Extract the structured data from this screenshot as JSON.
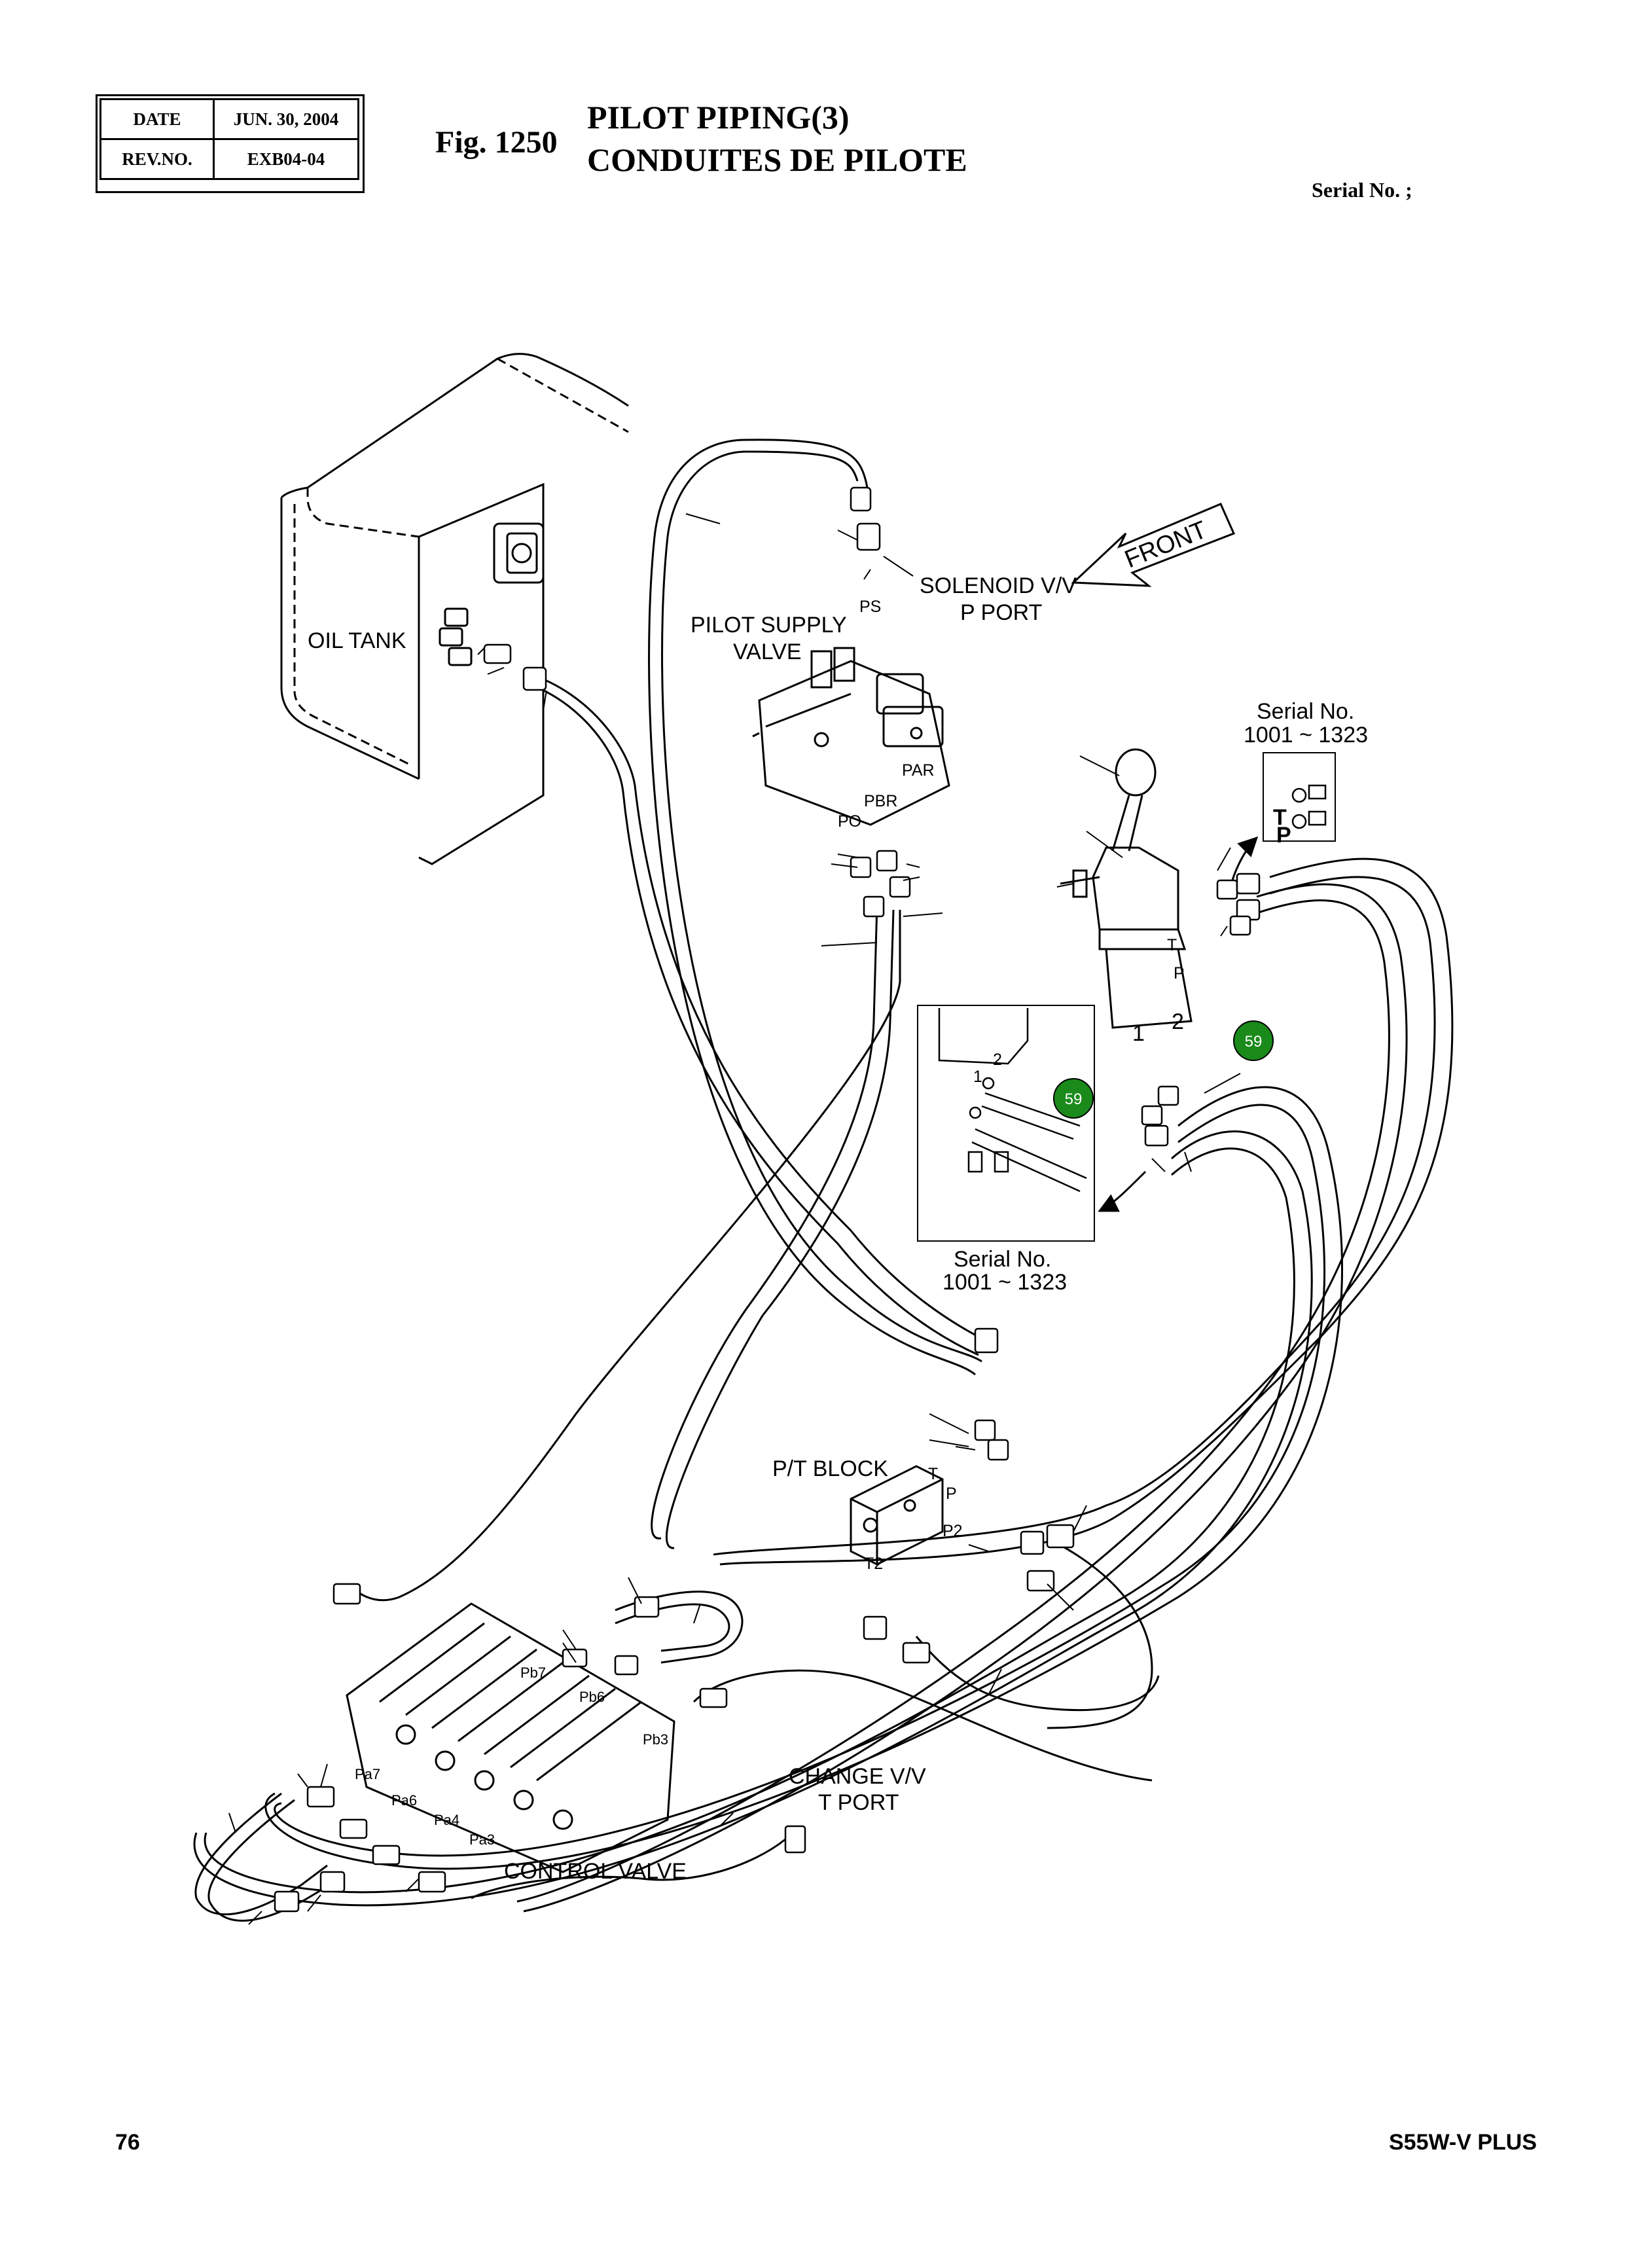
{
  "header": {
    "date_label": "DATE",
    "date_value": "JUN. 30, 2004",
    "rev_label": "REV.NO.",
    "rev_value": "EXB04-04",
    "fig_number": "Fig. 1250",
    "title_en": "PILOT PIPING(3)",
    "title_fr": "CONDUITES DE PILOTE",
    "serial_no": "Serial No. ;"
  },
  "labels": {
    "oil_tank": "OIL TANK",
    "pilot_supply_1": "PILOT SUPPLY",
    "pilot_supply_2": "VALVE",
    "solenoid_1": "SOLENOID V/V",
    "solenoid_2": "P PORT",
    "front": "FRONT",
    "serial_a_1": "Serial No.",
    "serial_a_2": "1001 ~ 1323",
    "serial_b_1": "Serial No.",
    "serial_b_2": "1001 ~ 1323",
    "pt_block": "P/T BLOCK",
    "change_1": "CHANGE V/V",
    "change_2": "T PORT",
    "control_valve": "CONTROL VALVE"
  },
  "ports": {
    "ps": "PS",
    "par": "PAR",
    "pbr": "PBR",
    "po": "PO",
    "t_upper": "T",
    "p_upper": "P",
    "t_joy": "T",
    "p_joy": "P",
    "one_joy": "1",
    "two_joy": "2",
    "one_inset": "1",
    "two_inset": "2",
    "t_pt": "T",
    "p_pt": "P",
    "p2": "P2",
    "t2": "T2",
    "pb7": "Pb7",
    "pb6": "Pb6",
    "pb3": "Pb3",
    "pa7": "Pa7",
    "pa6": "Pa6",
    "pa4": "Pa4",
    "pa3": "Pa3"
  },
  "callouts": {
    "badge_1": "59",
    "badge_2": "59",
    "badge_color": "#1a8a1a"
  },
  "footer": {
    "page_number": "76",
    "model": "S55W-V PLUS"
  }
}
